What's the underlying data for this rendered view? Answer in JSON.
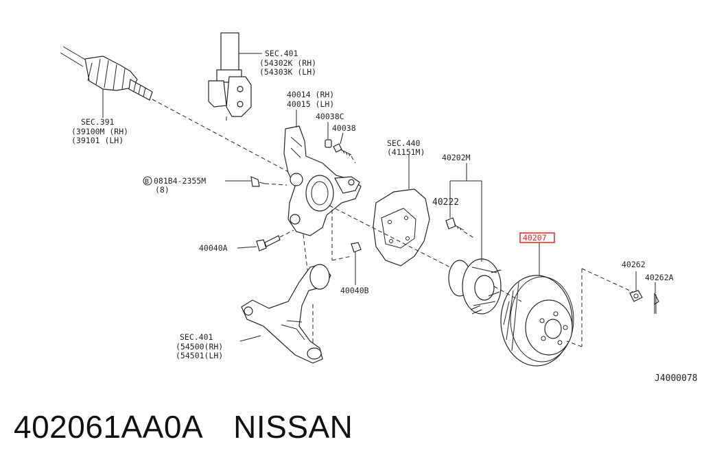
{
  "labels": {
    "sec391": "SEC.391",
    "sec391_rh": "(39100M (RH)",
    "sec391_lh": "(39101  (LH)",
    "sec401_top": "SEC.401",
    "sec401_top_rh": "(54302K (RH)",
    "sec401_top_lh": "(54303K (LH)",
    "p40014": "40014 (RH)",
    "p40015": "40015 (LH)",
    "p40038c": "40038C",
    "p40038": "40038",
    "bolt_code": "081B4-2355M",
    "bolt_code_b": "B",
    "bolt_qty": "(8)",
    "p40040a": "40040A",
    "p40040b": "40040B",
    "sec440": "SEC.440",
    "sec440_sub": "(41151M)",
    "p40202m": "40202M",
    "p40222": "40222",
    "p40207": "40207",
    "p40262": "40262",
    "p40262a": "40262A",
    "sec401_bot": "SEC.401",
    "sec401_bot_rh": "(54500(RH)",
    "sec401_bot_lh": "(54501(LH)",
    "diagram_code": "J4000078"
  },
  "highlight_color": "#e8201c",
  "footer": {
    "part_number": "402061AA0A",
    "brand": "NISSAN"
  }
}
